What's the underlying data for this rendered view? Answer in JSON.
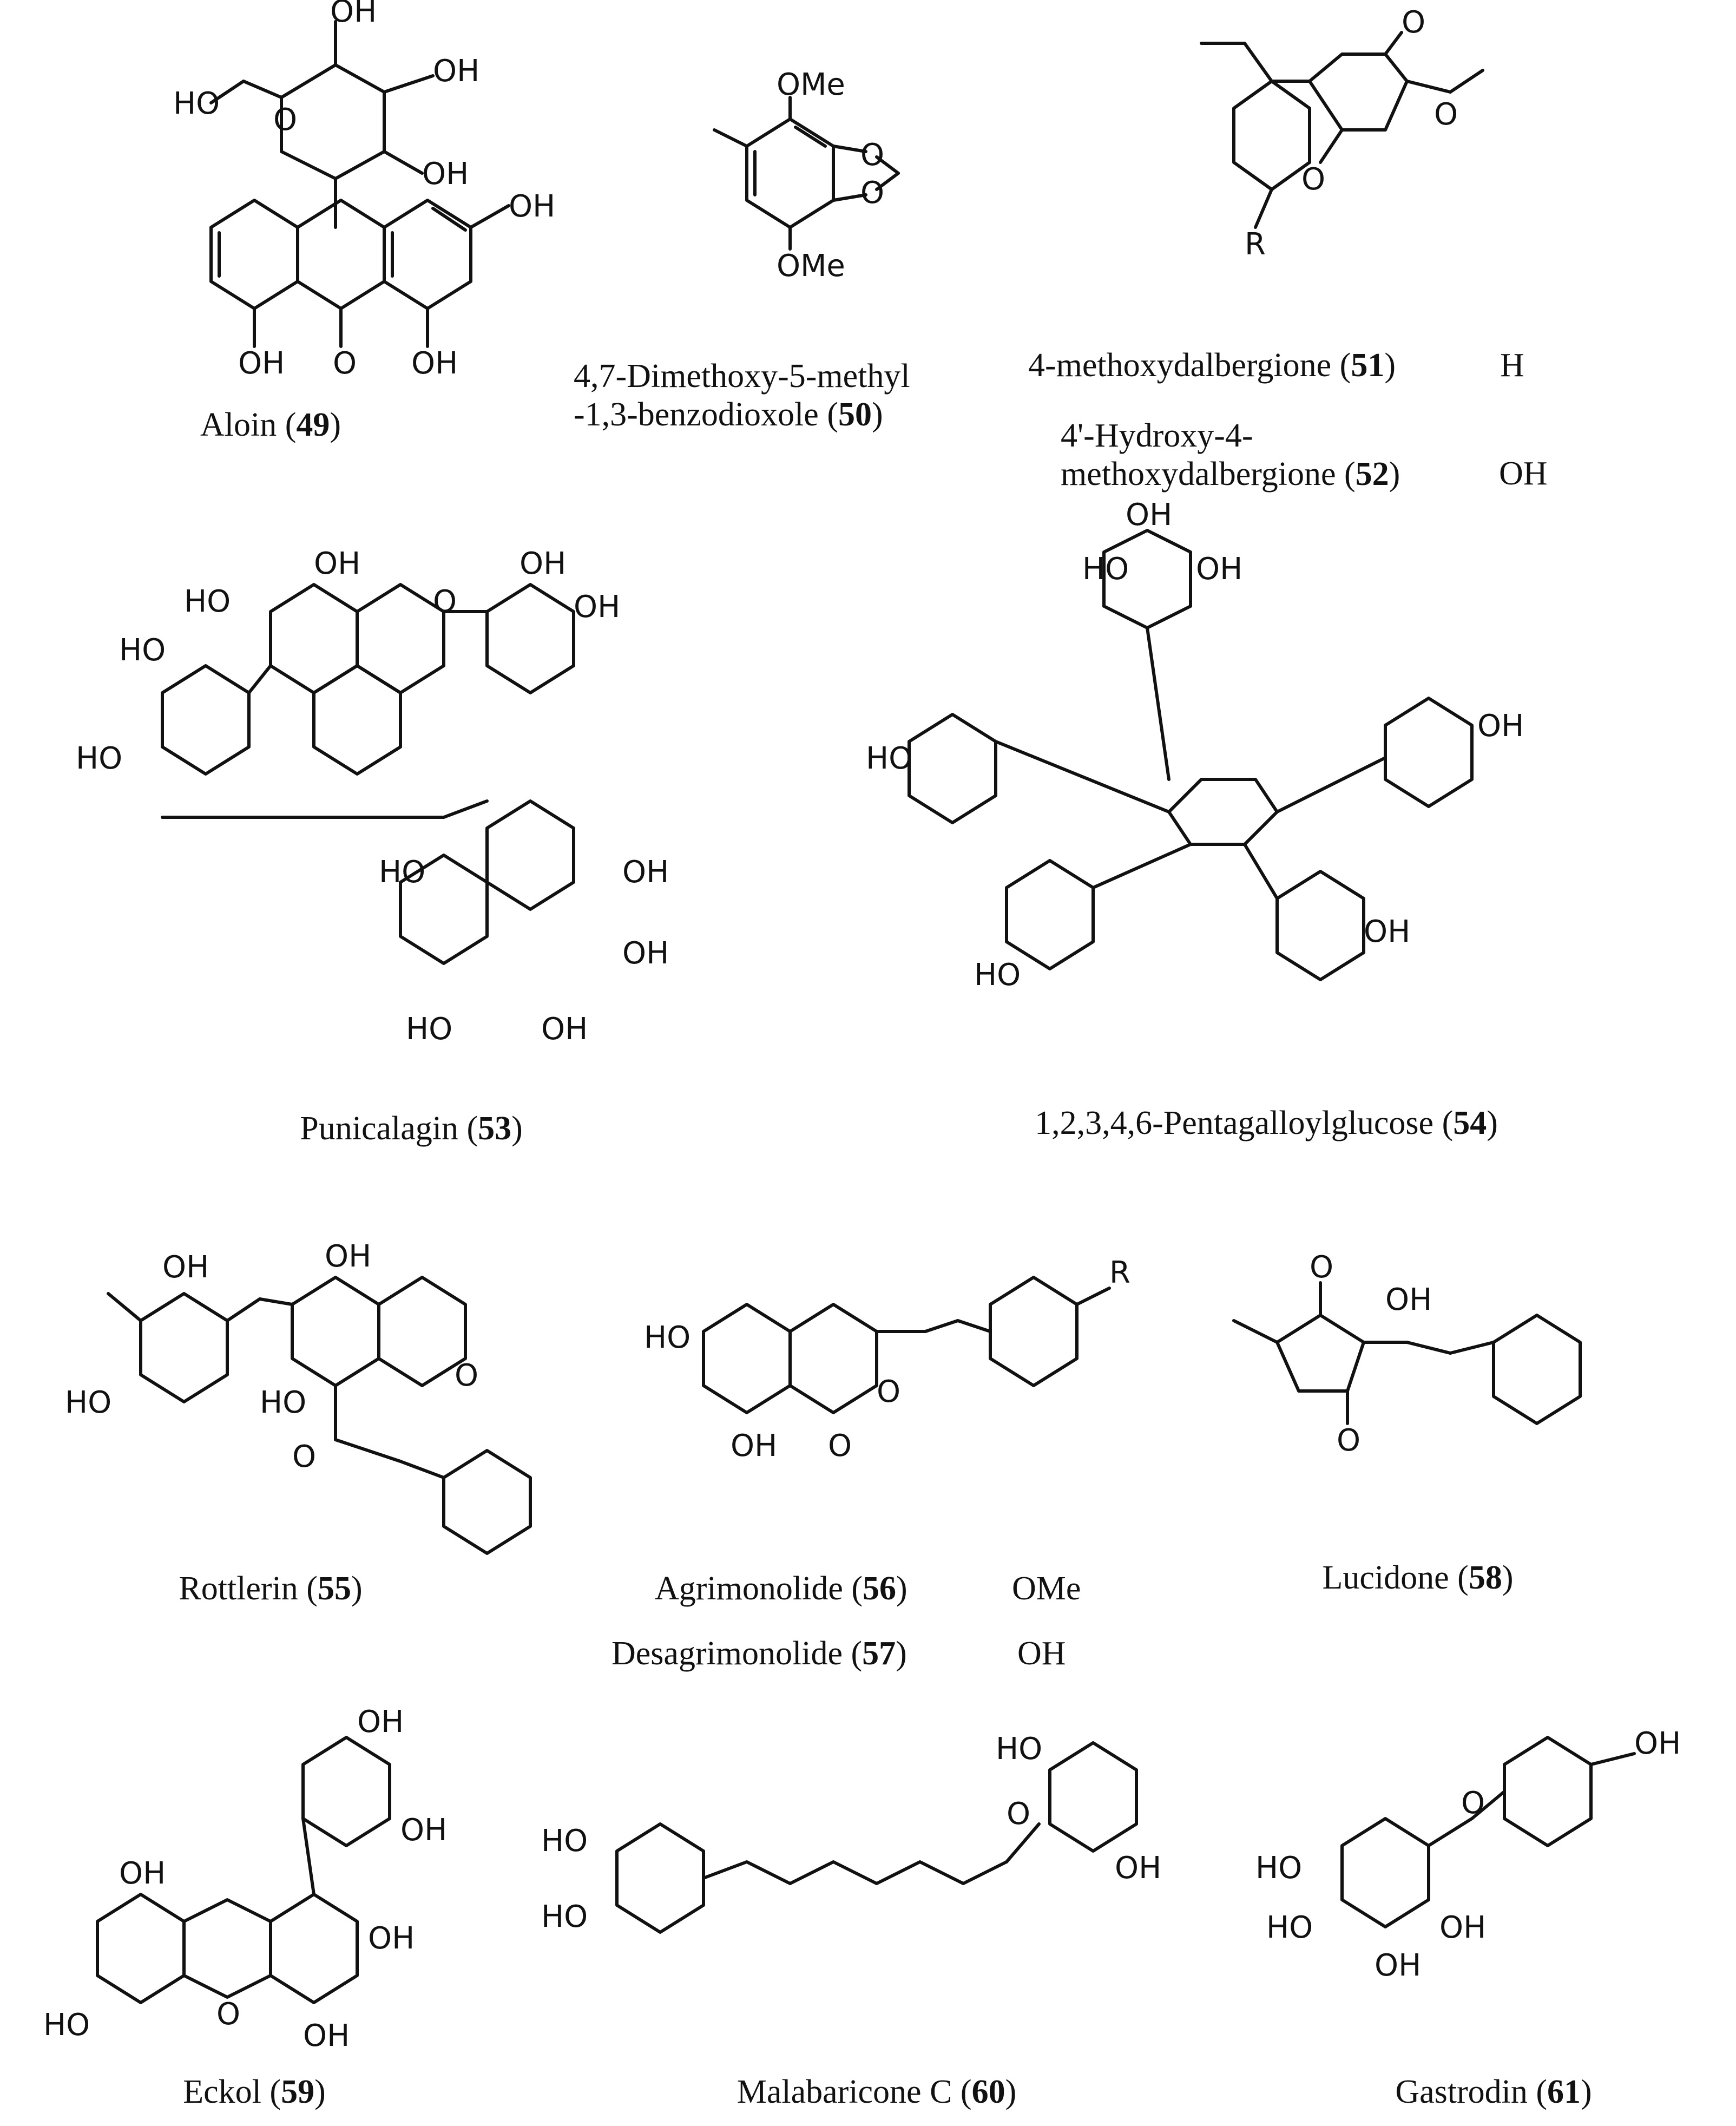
{
  "captions": {
    "aloin": {
      "name": "Aloin",
      "num": "49"
    },
    "c50": {
      "line1": "4,7-Dimethoxy-5-methyl",
      "line2": "-1,3-benzodioxole",
      "num": "50"
    },
    "c51": {
      "name": "4-methoxydalbergione",
      "num": "51",
      "r": "H"
    },
    "c52": {
      "line1": "4'-Hydroxy-4-",
      "line2": "methoxydalbergione",
      "num": "52",
      "r": "OH"
    },
    "r_header_52": "R",
    "punicalagin": {
      "name": "Punicalagin",
      "num": "53"
    },
    "pgg": {
      "name": "1,2,3,4,6-Pentagalloylglucose",
      "num": "54"
    },
    "rottlerin": {
      "name": "Rottlerin",
      "num": "55"
    },
    "agrimonolide": {
      "name": "Agrimonolide",
      "num": "56",
      "r": "OMe"
    },
    "desagrimonolide": {
      "name": "Desagrimonolide",
      "num": "57",
      "r": "OH"
    },
    "r_header_56": "R",
    "lucidone": {
      "name": "Lucidone",
      "num": "58"
    },
    "eckol": {
      "name": "Eckol",
      "num": "59"
    },
    "malabaricone": {
      "name": "Malabaricone C",
      "num": "60"
    },
    "gastrodin": {
      "name": "Gastrodin",
      "num": "61"
    }
  },
  "atom_labels": {
    "OH": "OH",
    "HO": "HO",
    "O": "O",
    "H": "H",
    "OMe": "OMe",
    "R": "R"
  }
}
